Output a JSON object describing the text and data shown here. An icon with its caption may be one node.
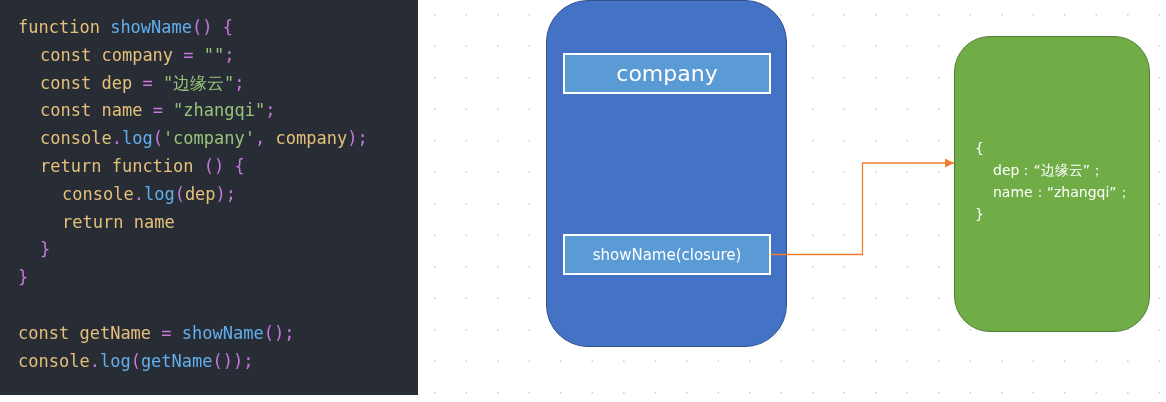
{
  "diagram": {
    "nodes": [
      {
        "text": [],
        "shape": "box"
      },
      {
        "text": [
          "company"
        ],
        "in": 0
      },
      {
        "text": [
          "showName(closure)"
        ],
        "in": 0
      },
      {
        "text": [
          "{",
          "dep：“边缘云”；",
          "name：“zhangqi”；",
          "}"
        ]
      }
    ],
    "edges": [
      {
        "from": 2,
        "to": 3,
        "arrow": "to",
        "color": "#ed7d31"
      }
    ],
    "labels": [
      "function showName() {",
      "const company = \"\";",
      "const dep = \"边缘云\";",
      "const name = \"zhangqi\";",
      "console.log('company', company);",
      "return function () {",
      "console.log(dep);",
      "return name",
      "}",
      "}",
      "const getName = showName();",
      "console.log(getName());"
    ]
  }
}
